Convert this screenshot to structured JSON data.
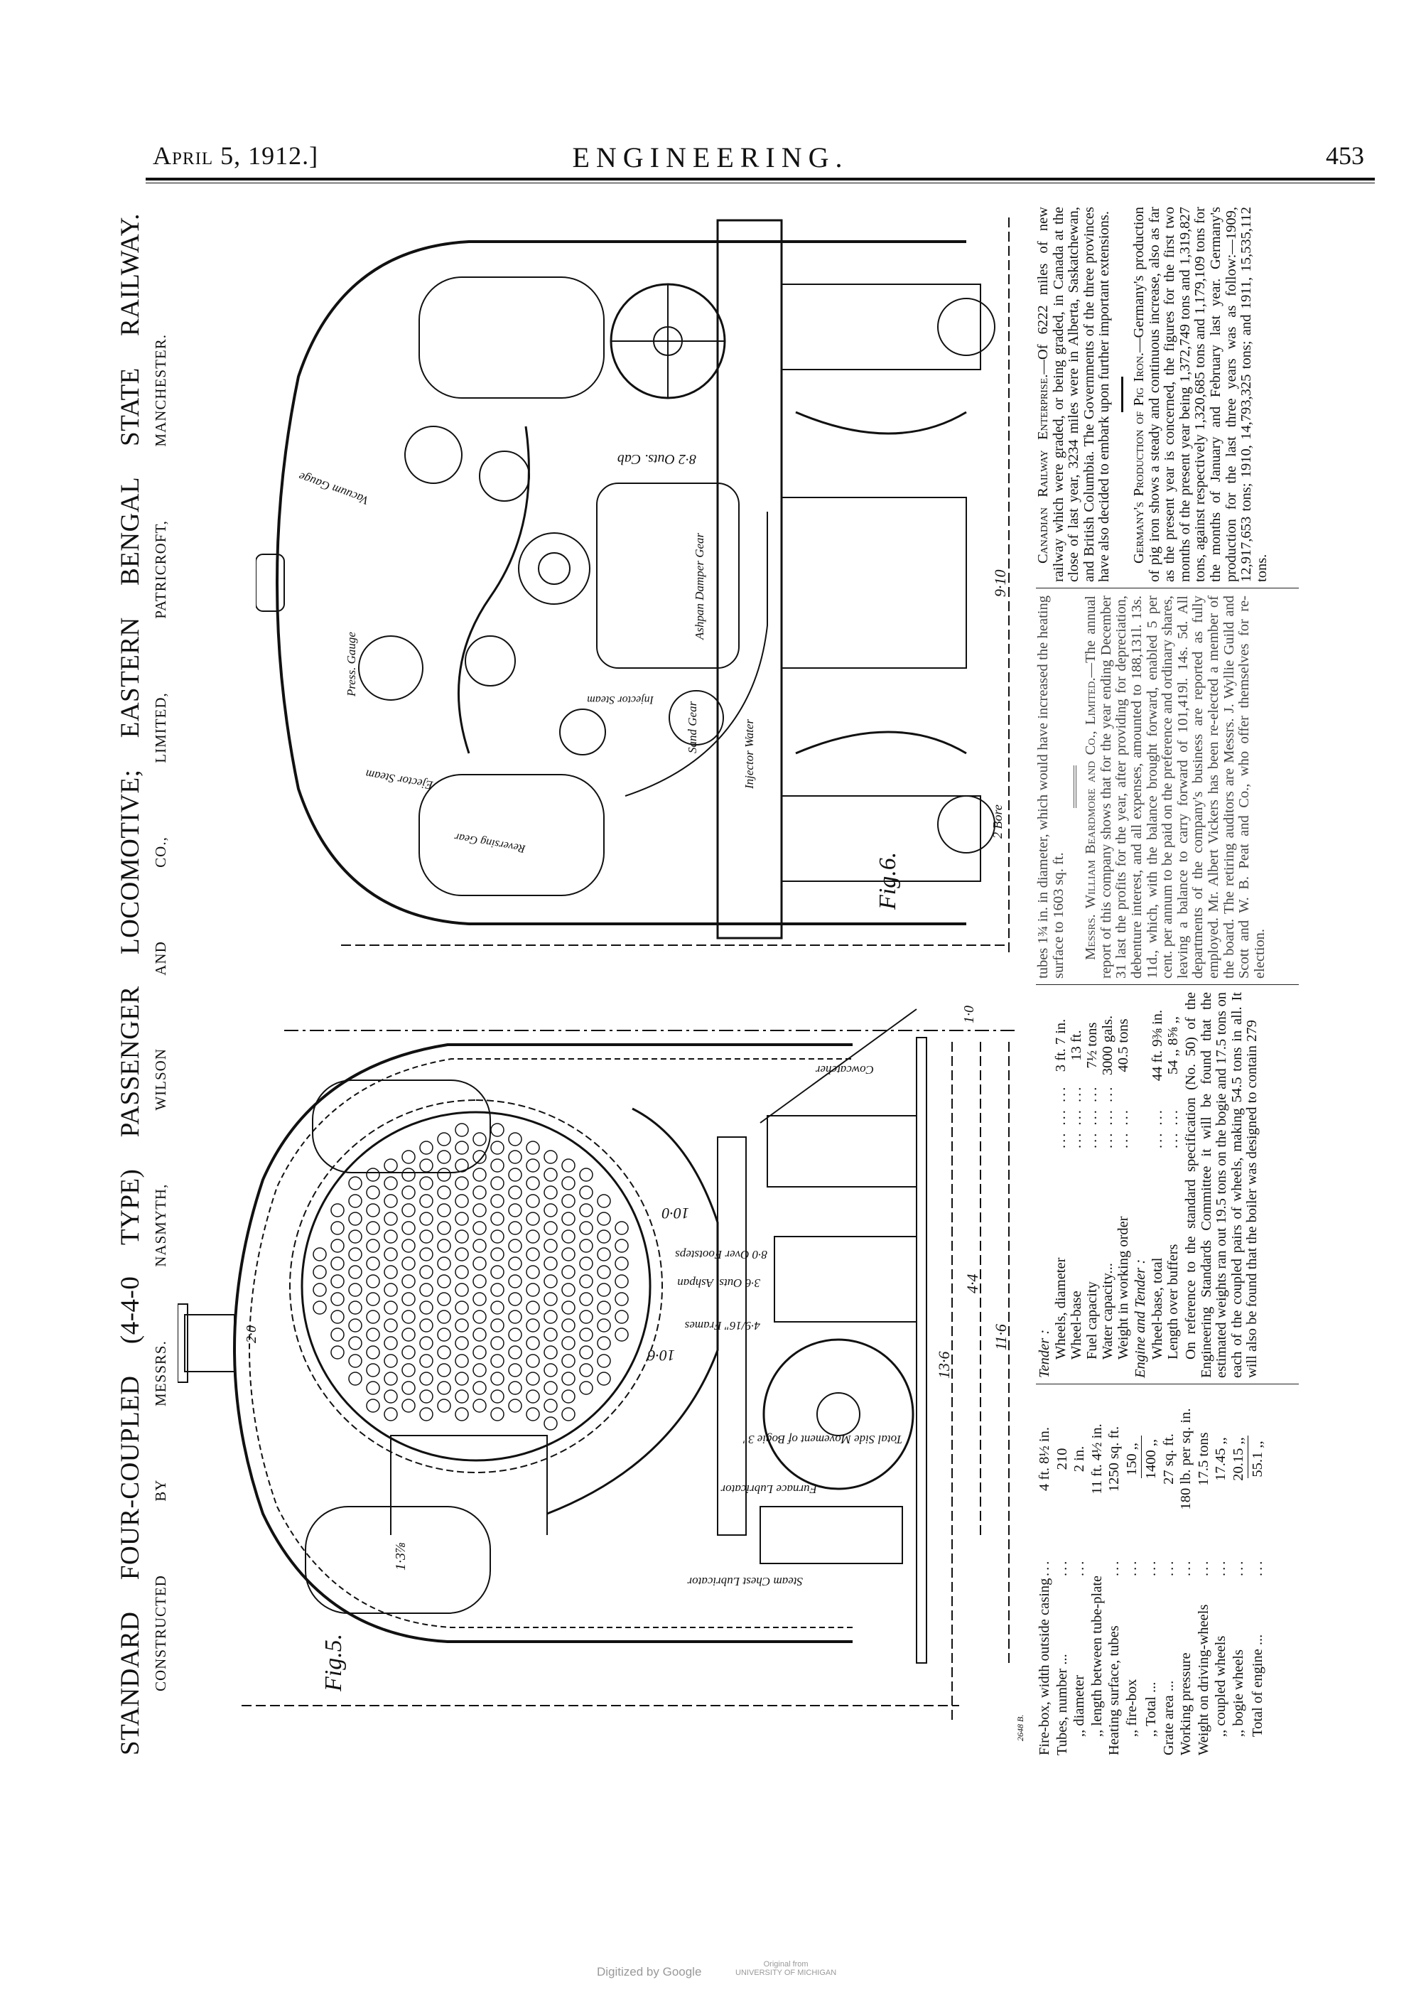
{
  "header": {
    "date": "April 5, 1912.]",
    "journal": "ENGINEERING.",
    "page_number": "453"
  },
  "article": {
    "title": "STANDARD FOUR-COUPLED (4-4-0 TYPE) PASSENGER LOCOMOTIVE; EASTERN BENGAL STATE RAILWAY.",
    "subtitle": "CONSTRUCTED BY MESSRS. NASMYTH, WILSON AND CO., LIMITED, PATRICROFT, MANCHESTER."
  },
  "fig5": {
    "label": "Fig.5.",
    "dims": {
      "w1": "13·6",
      "w2": "4·4",
      "w3": "11·6",
      "h1": "10·6",
      "h2": "10·0",
      "top": "2·0",
      "side": "1·0",
      "win": "1·3⅞"
    },
    "notes": {
      "steam": "Steam Chest Lubricator",
      "furnace": "Furnace Lubricator",
      "bogie": "Total Side Movement of Bogie 3\"",
      "frames": "4·9/16\" Frames",
      "cow": "Cowcatcher",
      "footsteps": "8·0 Over Footsteps",
      "ashpan": "3·6 Outs. Ashpan",
      "drawing_no": "2648 B."
    }
  },
  "fig6": {
    "label": "Fig.6.",
    "dims": {
      "w": "9·10",
      "h": "8·2 Outs. Cab",
      "bore": "2 Bore"
    },
    "notes": {
      "vac": "Vacuum Gauge",
      "press": "Press. Gauge",
      "ejector": "Ejector Steam",
      "injector": "Injector Steam",
      "sand": "Sand Gear",
      "water": "Injector Water",
      "damper": "Ashpan Damper Gear",
      "reverse": "Reversing Gear"
    }
  },
  "engine_table": {
    "rows": [
      {
        "label": "Fire-box, width outside casing",
        "dots": "...",
        "value": "4 ft. 8½ in.",
        "indent": false
      },
      {
        "label": "Tubes, number ...",
        "dots": "...",
        "value": "210",
        "indent": false
      },
      {
        "label": ",, diameter",
        "dots": "...",
        "value": "2 in.",
        "indent": true
      },
      {
        "label": ",, length between tube-plates",
        "dots": "",
        "value": "11 ft. 4½ in.",
        "indent": true
      },
      {
        "label": "Heating surface, tubes",
        "dots": "...",
        "value": "1250 sq. ft.",
        "indent": false
      },
      {
        "label": ",, fire-box",
        "dots": "...",
        "value": "150 ,,",
        "indent": true
      },
      {
        "label": ",, Total ...",
        "dots": "...",
        "value": "1400 ,,",
        "indent": true,
        "rule_before": true
      },
      {
        "label": "Grate area ...",
        "dots": "...",
        "value": "27 sq. ft.",
        "indent": false
      },
      {
        "label": "Working pressure",
        "dots": "...",
        "value": "180 lb. per sq. in.",
        "indent": false
      },
      {
        "label": "Weight on driving-wheels",
        "dots": "...",
        "value": "17.5 tons",
        "indent": false
      },
      {
        "label": ",, coupled wheels",
        "dots": "...",
        "value": "17.45 ,,",
        "indent": true
      },
      {
        "label": ",, bogie wheels",
        "dots": "...",
        "value": "20.15 ,,",
        "indent": true
      },
      {
        "label": "Total of engine ...",
        "dots": "...",
        "value": "55.1 ,,",
        "indent": true,
        "rule_before": true
      }
    ]
  },
  "tender": {
    "heading": "Tender :",
    "rows": [
      {
        "label": "Wheels, diameter",
        "dots": "... ... ...",
        "value": "3 ft. 7 in."
      },
      {
        "label": "Wheel-base",
        "dots": "... ... ...",
        "value": "13 ft."
      },
      {
        "label": "Fuel capacity",
        "dots": "... ... ...",
        "value": "7½ tons"
      },
      {
        "label": "Water capacity...",
        "dots": "... ... ...",
        "value": "3000 gals."
      },
      {
        "label": "Weight in working order",
        "dots": "... ...",
        "value": "40.5 tons"
      }
    ],
    "engine_tender_heading": "Engine and Tender :",
    "engine_tender_rows": [
      {
        "label": "Wheel-base, total",
        "dots": "... ...",
        "value": "44 ft. 9⅜ in."
      },
      {
        "label": "Length over buffers",
        "dots": "... ...",
        "value": "54 ,, 8⅝ ,,"
      }
    ],
    "paragraph": "On reference to the standard specification (No. 50) of the Engineering Standards Committee it will be found that the estimated weights ran out 19.5 tons on the bogie and 17.5 tons on each of the coupled pairs of wheels, making 54.5 tons in all. It will also be found that the boiler was designed to contain 279"
  },
  "col3": {
    "continuation": "tubes 1¾ in. in diameter, which would have increased the heating surface to 1603 sq. ft.",
    "beardmore_head": "Messrs. William Beardmore and Co., Limited.",
    "beardmore_body": "—The annual report of this company shows that for the year ending December 31 last the profits for the year, after providing for depreciation, debenture interest, and all expenses, amounted to 188,131l. 13s. 11d., which, with the balance brought forward, enabled 5 per cent. per annum to be paid on the preference and ordinary shares, leaving a balance to carry forward of 101,419l. 14s. 5d. All departments of the company's business are reported as fully employed. Mr. Albert Vickers has been re-elected a member of the board. The retiring auditors are Messrs. J. Wyllie Guild and Scott and W. B. Peat and Co., who offer themselves for re-election."
  },
  "col4": {
    "canada_head": "Canadian Railway Enterprise.",
    "canada_body": "—Of 6222 miles of new railway which were graded, or being graded, in Canada at the close of last year, 3234 miles were in Alberta, Saskatchewan, and British Columbia. The Governments of the three provinces have also decided to embark upon further important extensions.",
    "germany_head": "Germany's Production of Pig Iron.",
    "germany_body": "—Germany's production of pig iron shows a steady and continuous increase, also as far as the present year is concerned, the figures for the first two months of the present year being 1,372,749 tons and 1,319,827 tons, against respectively 1,320,685 tons and 1,179,109 tons for the months of January and February last year. Germany's production for the last three years was as follow:—1909, 12,917,653 tons; 1910, 14,793,325 tons; and 1911, 15,535,112 tons."
  },
  "watermark": {
    "digitized": "Digitized by Google",
    "original_line1": "Original from",
    "original_line2": "UNIVERSITY OF MICHIGAN"
  }
}
